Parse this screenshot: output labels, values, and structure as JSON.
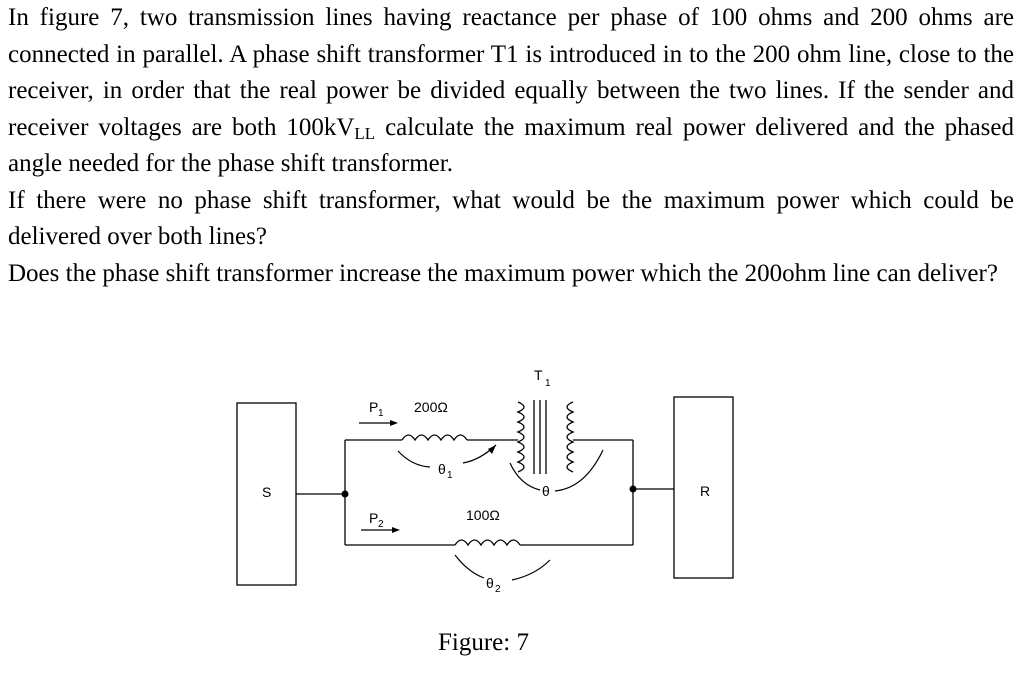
{
  "problem": {
    "p1_before": "In figure 7, two transmission lines having reactance per phase of 100 ohms and 200 ohms are connected in parallel. A phase shift transformer T1 is introduced in to the 200 ohm line, close to the receiver, in order that the real power be divided equally between the two lines. If the sender and receiver voltages are both 100kV",
    "p1_sub": "LL",
    "p1_after": " calculate the maximum real power delivered and the phased angle needed for the phase shift transformer.",
    "p2": "If there were no phase shift transformer, what would be the maximum power which could be delivered over both lines?",
    "p3": "Does the phase shift transformer increase the maximum power which the 200ohm line can deliver?"
  },
  "figure": {
    "sender_label": "S",
    "receiver_label": "R",
    "transformer_label": "T",
    "transformer_sub": "1",
    "p1_label": "P",
    "p1_sub": "1",
    "p2_label": "P",
    "p2_sub": "2",
    "upper_reactance": "200Ω",
    "lower_reactance": "100Ω",
    "theta1_label": "θ",
    "theta1_sub": "1",
    "theta2_label": "θ",
    "theta2_sub": "2",
    "theta_label": "θ",
    "caption": "Figure: 7"
  }
}
